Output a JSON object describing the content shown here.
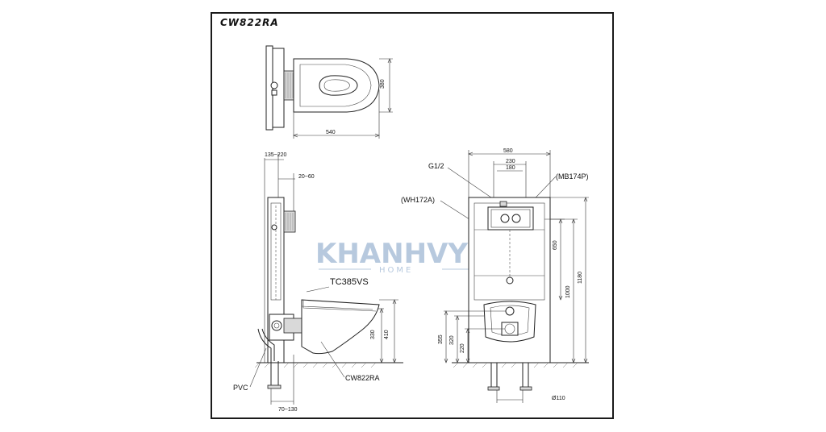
{
  "title": "CW822RA",
  "watermark": {
    "brand": "KHANHVY",
    "sub": "HOME"
  },
  "top_view": {
    "dim_width": "540",
    "dim_depth": "380"
  },
  "side_view": {
    "dim_top": "135~220",
    "dim_offset": "20~60",
    "label_seat": "TC385VS",
    "label_bowl": "CW822RA",
    "label_pvc": "PVC",
    "dim_330": "330",
    "dim_410": "410",
    "dim_bottom": "70~130"
  },
  "front_view": {
    "dim_580": "580",
    "dim_230": "230",
    "dim_180": "180",
    "label_g12": "G1/2",
    "label_mb174p": "(MB174P)",
    "label_wh172a": "(WH172A)",
    "dim_650": "650",
    "dim_1000": "1000",
    "dim_1180": "1180",
    "dim_355": "355",
    "dim_320": "320",
    "dim_220": "220",
    "dim_110": "Ø110"
  }
}
